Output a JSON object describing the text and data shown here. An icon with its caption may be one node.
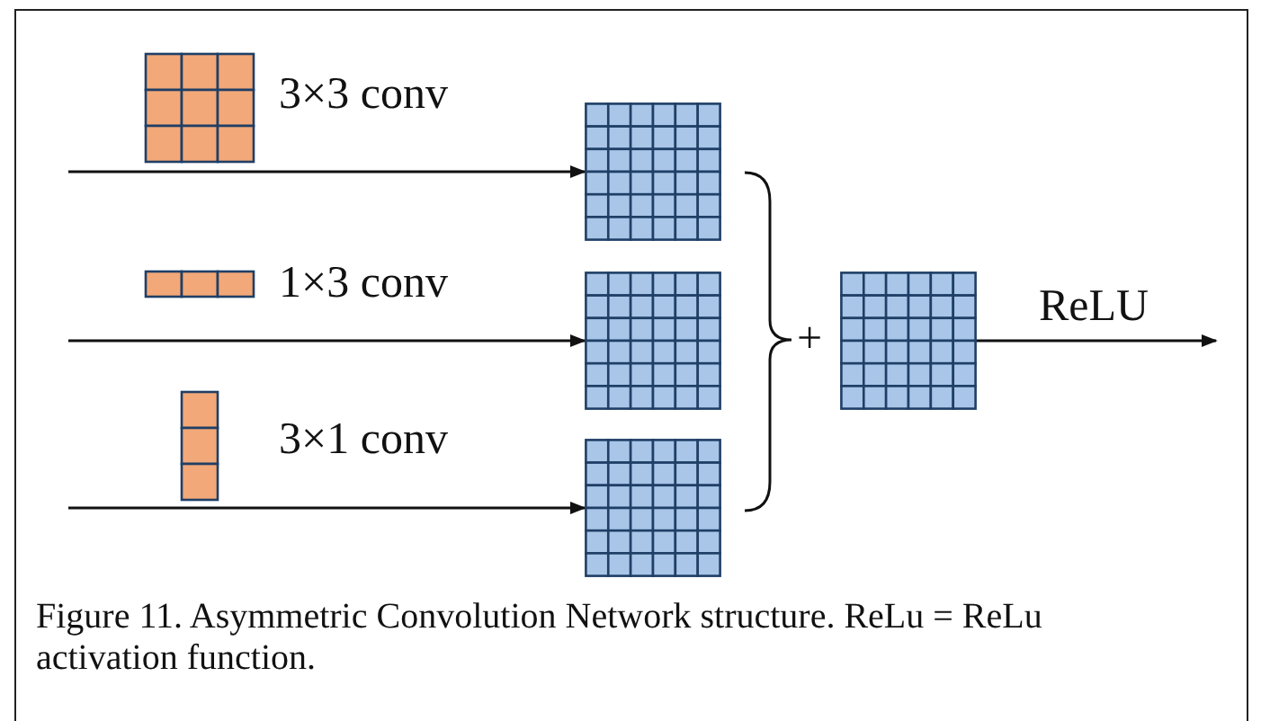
{
  "diagram": {
    "caption": "Figure 11. Asymmetric Convolution Network structure. ReLu = ReLu activation function.",
    "nodes": [
      {
        "text": [],
        "shape": "grid"
      },
      {
        "text": [],
        "shape": "grid"
      },
      {
        "text": [],
        "shape": "grid"
      },
      {
        "text": [],
        "shape": "grid"
      }
    ],
    "edges": [
      {
        "from": null,
        "to": 0,
        "arrow": "to"
      },
      {
        "from": null,
        "to": 1,
        "arrow": "to"
      },
      {
        "from": null,
        "to": 2,
        "arrow": "to"
      },
      {
        "from": 3,
        "to": null,
        "arrow": "to",
        "label": "ReLU"
      }
    ],
    "labels": [
      "3×3 conv",
      "1×3 conv",
      "3×1 conv",
      "+"
    ]
  }
}
